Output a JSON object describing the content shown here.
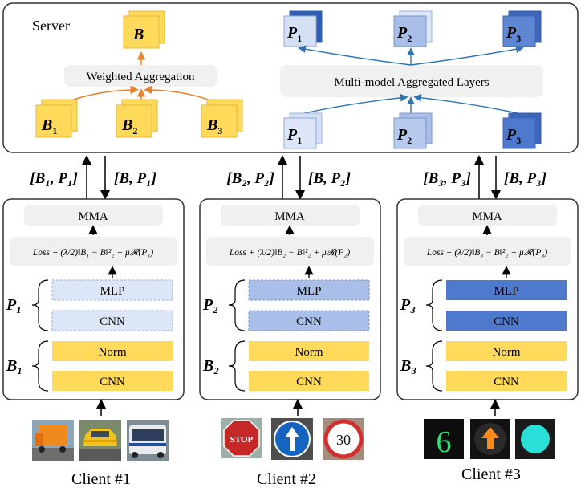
{
  "server": {
    "title": "Server",
    "aggregated_label": "B",
    "weighted_aggregation": "Weighted Aggregation",
    "multi_model_layers": "Multi-model Aggregated Layers",
    "bottom_B": [
      {
        "sym": "B",
        "sub": "1"
      },
      {
        "sym": "B",
        "sub": "2"
      },
      {
        "sym": "B",
        "sub": "3"
      }
    ],
    "bottom_P": [
      {
        "sym": "P",
        "sub": "1"
      },
      {
        "sym": "P",
        "sub": "2"
      },
      {
        "sym": "P",
        "sub": "3"
      }
    ],
    "top_P": [
      {
        "sym": "P",
        "sub": "1"
      },
      {
        "sym": "P",
        "sub": "2"
      },
      {
        "sym": "P",
        "sub": "3"
      }
    ]
  },
  "comm": [
    {
      "up": "[B₁, P₁]",
      "down": "[B, P₁]"
    },
    {
      "up": "[B₂, P₂]",
      "down": "[B, P₂]"
    },
    {
      "up": "[B₃, P₃]",
      "down": "[B, P₃]"
    }
  ],
  "clients": [
    {
      "label": "Client #1",
      "mma": "MMA",
      "loss": "Loss + (λ/2)‖B₁ − B‖²₂ + μ𝓡(P₁)",
      "p_label": "P₁",
      "b_label": "B₁",
      "mlp": "MLP",
      "cnn_p": "CNN",
      "norm": "Norm",
      "cnn_b": "CNN",
      "images": [
        "truck",
        "taxi",
        "bus"
      ]
    },
    {
      "label": "Client #2",
      "mma": "MMA",
      "loss": "Loss + (λ/2)‖B₂ − B‖²₂ + μ𝓡(P₂)",
      "p_label": "P₂",
      "b_label": "B₂",
      "mlp": "MLP",
      "cnn_p": "CNN",
      "norm": "Norm",
      "cnn_b": "CNN",
      "images": [
        "stop-sign",
        "ahead-only-sign",
        "speed-limit-30-sign"
      ],
      "sign_text": {
        "stop": "STOP",
        "limit": "30"
      }
    },
    {
      "label": "Client #3",
      "mma": "MMA",
      "loss": "Loss + (λ/2)‖B₃ − B‖²₂ + μ𝓡(P₃)",
      "p_label": "P₃",
      "b_label": "B₃",
      "mlp": "MLP",
      "cnn_p": "CNN",
      "norm": "Norm",
      "cnn_b": "CNN",
      "images": [
        "digit-display",
        "arrow-signal",
        "round-signal"
      ],
      "digit": "6"
    }
  ],
  "colors": {
    "yellow": "#FFD95A",
    "yellow_border": "#E9B93A",
    "arrow_orange": "#E8822C",
    "arrow_blue": "#2E75B6",
    "p1": "#D6E0F5",
    "p2": "#A9BEE8",
    "p3": "#4F79CC",
    "panel": "#F0F0F0"
  }
}
